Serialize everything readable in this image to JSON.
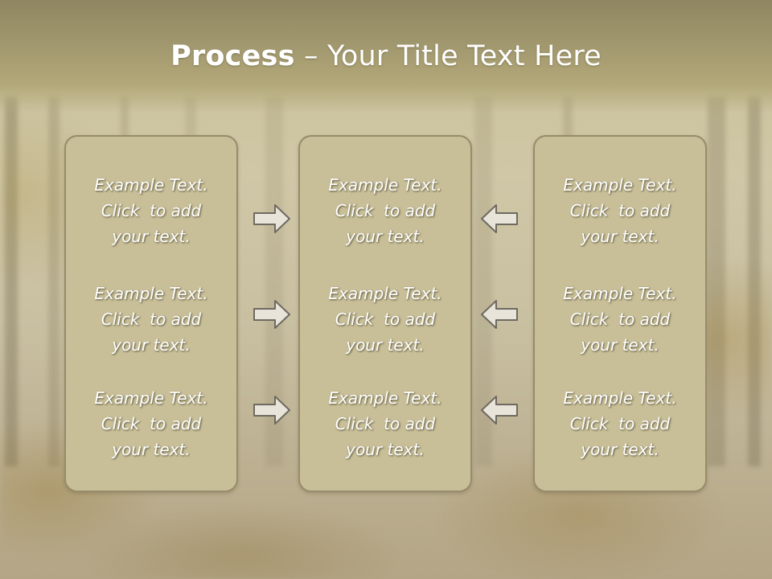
{
  "slide": {
    "title_bold": "Process",
    "title_rest": " – Your Title Text Here"
  },
  "columns": [
    {
      "items": [
        {
          "line1": "Example Text.",
          "line2": "Click  to add",
          "line3": "your text."
        },
        {
          "line1": "Example Text.",
          "line2": "Click  to add",
          "line3": "your text."
        },
        {
          "line1": "Example Text.",
          "line2": "Click  to add",
          "line3": "your text."
        }
      ]
    },
    {
      "items": [
        {
          "line1": "Example Text.",
          "line2": "Click  to add",
          "line3": "your text."
        },
        {
          "line1": "Example Text.",
          "line2": "Click  to add",
          "line3": "your text."
        },
        {
          "line1": "Example Text.",
          "line2": "Click  to add",
          "line3": "your text."
        }
      ]
    },
    {
      "items": [
        {
          "line1": "Example Text.",
          "line2": "Click  to add",
          "line3": "your text."
        },
        {
          "line1": "Example Text.",
          "line2": "Click  to add",
          "line3": "your text."
        },
        {
          "line1": "Example Text.",
          "line2": "Click  to add",
          "line3": "your text."
        }
      ]
    }
  ],
  "arrows": {
    "left_column_direction": "right",
    "right_column_direction": "left",
    "icon": "arrow-icon"
  },
  "colors": {
    "panel_fill": "#c8bf98",
    "panel_border": "#968c6c",
    "title_text": "#ffffff",
    "arrow_fill": "#e8e4da",
    "arrow_outline": "#6e6a60"
  }
}
